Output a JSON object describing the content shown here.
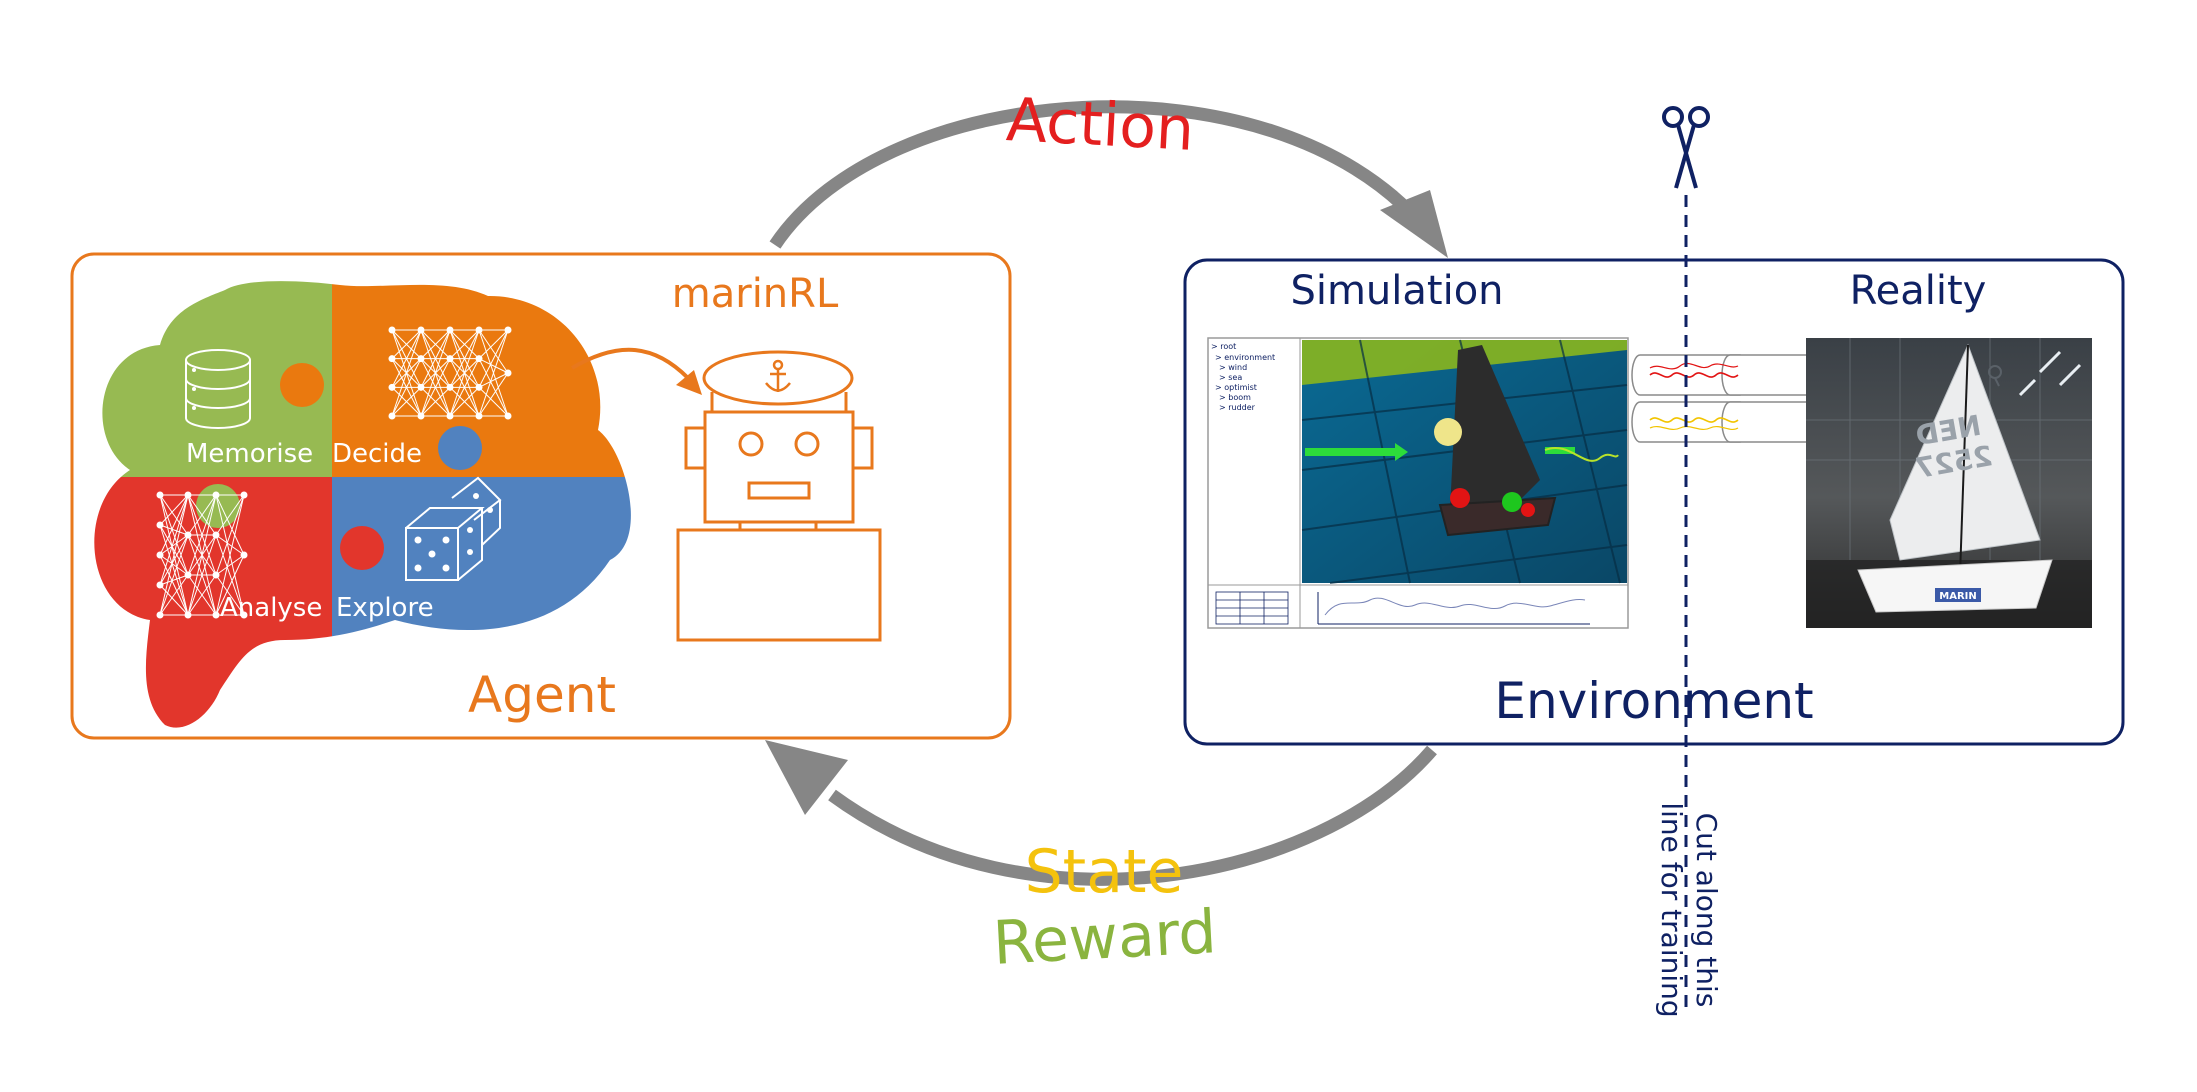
{
  "loop": {
    "action_label": "Action",
    "state_label": "State",
    "reward_label": "Reward"
  },
  "agent": {
    "title": "Agent",
    "system_name": "marinRL",
    "brain": {
      "quadrants": [
        "Memorise",
        "Decide",
        "Analyse",
        "Explore"
      ]
    }
  },
  "environment": {
    "title": "Environment",
    "simulation_label": "Simulation",
    "reality_label": "Reality",
    "tree": {
      "root": "> root",
      "items": [
        "> environment",
        "> wind",
        "> sea",
        "> optimist",
        "> boom",
        "> rudder"
      ]
    },
    "boat_brand": "MARIN",
    "sail_numbers": [
      "NED",
      "2527"
    ]
  },
  "cut_line": {
    "line1": "Cut along this",
    "line2": "line for training"
  },
  "colors": {
    "action": "#e41f1f",
    "state": "#f4c20d",
    "reward": "#8ab43f",
    "agent": "#e8781d",
    "environment": "#0f2163",
    "arrow": "#868686",
    "brain_green": "#97ba52",
    "brain_orange": "#ea790f",
    "brain_red": "#e2362c",
    "brain_blue": "#5182bf",
    "sim_water": "#0c5d84"
  },
  "icons": [
    "database-icon",
    "neural-net-icon",
    "dice-icon",
    "scissors-icon",
    "wifi-signal-icon",
    "anchor-icon",
    "robot-captain-icon"
  ]
}
